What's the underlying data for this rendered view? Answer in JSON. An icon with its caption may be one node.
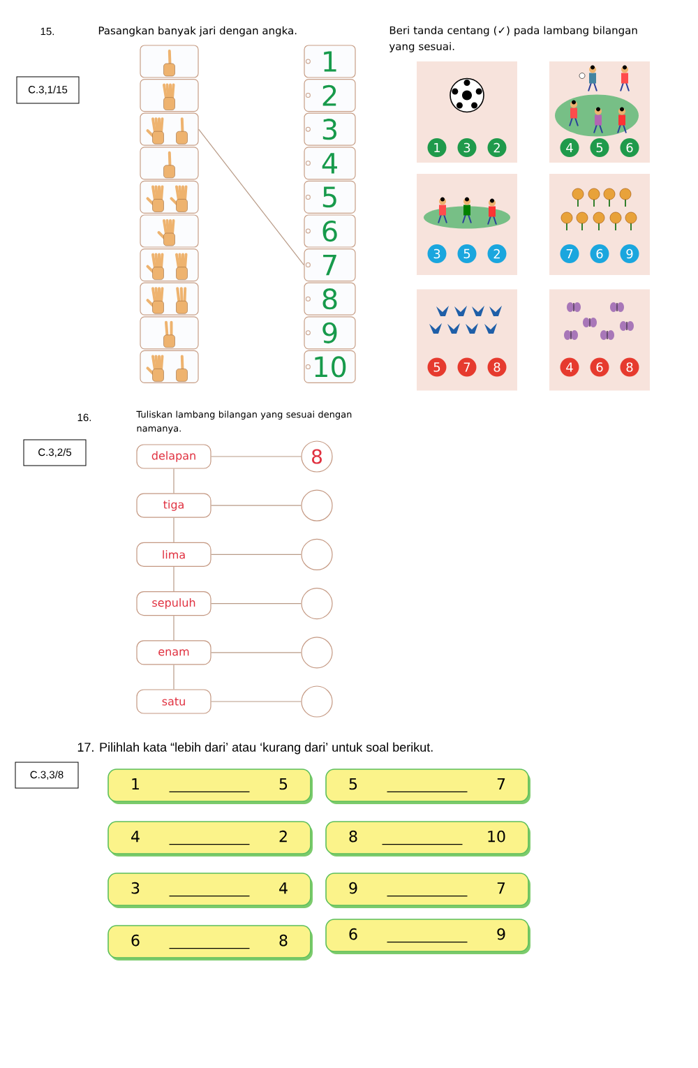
{
  "diagram": {
    "nodes": [
      {
        "text": [
          "C.3,1/15"
        ]
      },
      {
        "text": [],
        "shape": "picture"
      },
      {
        "text": [],
        "shape": "picture"
      },
      {
        "text": [],
        "shape": "picture"
      },
      {
        "text": [],
        "shape": "picture"
      },
      {
        "text": [],
        "shape": "picture"
      },
      {
        "text": [],
        "shape": "picture"
      },
      {
        "text": [],
        "shape": "picture"
      },
      {
        "text": [],
        "shape": "picture"
      },
      {
        "text": [],
        "shape": "picture"
      },
      {
        "text": [],
        "shape": "picture"
      },
      {
        "text": [
          "1"
        ]
      },
      {
        "text": [
          "2"
        ]
      },
      {
        "text": [
          "3"
        ]
      },
      {
        "text": [
          "4"
        ]
      },
      {
        "text": [
          "5"
        ]
      },
      {
        "text": [
          "6"
        ]
      },
      {
        "text": [
          "7"
        ]
      },
      {
        "text": [
          "8"
        ]
      },
      {
        "text": [
          "9"
        ]
      },
      {
        "text": [
          "10"
        ]
      },
      {
        "text": [],
        "shape": "picture"
      },
      {
        "text": [],
        "shape": "picture"
      },
      {
        "text": [],
        "shape": "picture"
      },
      {
        "text": [],
        "shape": "picture"
      },
      {
        "text": [],
        "shape": "picture"
      },
      {
        "text": [],
        "shape": "picture"
      },
      {
        "text": [
          "1"
        ],
        "in": 21
      },
      {
        "text": [
          "3"
        ],
        "in": 21
      },
      {
        "text": [
          "2"
        ],
        "in": 21
      },
      {
        "text": [
          "4"
        ],
        "in": 22
      },
      {
        "text": [
          "5"
        ],
        "in": 22
      },
      {
        "text": [
          "6"
        ],
        "in": 22
      },
      {
        "text": [
          "3"
        ],
        "in": 23
      },
      {
        "text": [
          "5"
        ],
        "in": 23
      },
      {
        "text": [
          "2"
        ],
        "in": 23
      },
      {
        "text": [
          "7"
        ],
        "in": 24
      },
      {
        "text": [
          "6"
        ],
        "in": 24
      },
      {
        "text": [
          "9"
        ],
        "in": 24
      },
      {
        "text": [
          "5"
        ],
        "in": 25
      },
      {
        "text": [
          "7"
        ],
        "in": 25
      },
      {
        "text": [
          "8"
        ],
        "in": 25
      },
      {
        "text": [
          "4"
        ],
        "in": 26
      },
      {
        "text": [
          "6"
        ],
        "in": 26
      },
      {
        "text": [
          "8"
        ],
        "in": 26
      },
      {
        "text": [
          "C.3,2/5"
        ]
      },
      {
        "text": [
          "delapan"
        ]
      },
      {
        "text": [
          "tiga"
        ]
      },
      {
        "text": [
          "lima"
        ]
      },
      {
        "text": [
          "sepuluh"
        ]
      },
      {
        "text": [
          "enam"
        ]
      },
      {
        "text": [
          "satu"
        ]
      },
      {
        "text": [
          "8"
        ]
      },
      {
        "text": [],
        "shape": "circle"
      },
      {
        "text": [],
        "shape": "circle"
      },
      {
        "text": [],
        "shape": "circle"
      },
      {
        "text": [],
        "shape": "circle"
      },
      {
        "text": [],
        "shape": "circle"
      },
      {
        "text": [
          "C.3,3/8"
        ]
      },
      {
        "text": [
          "1",
          "5"
        ]
      },
      {
        "text": [
          "5",
          "7"
        ]
      },
      {
        "text": [
          "4",
          "2"
        ]
      },
      {
        "text": [
          "8",
          "10"
        ]
      },
      {
        "text": [
          "3",
          "4"
        ]
      },
      {
        "text": [
          "9",
          "7"
        ]
      },
      {
        "text": [
          "6",
          "8"
        ]
      },
      {
        "text": [
          "6",
          "9"
        ]
      }
    ],
    "edges": [
      {
        "from": 3,
        "to": 17,
        "arrow": "none"
      },
      {
        "from": 46,
        "to": 52,
        "arrow": "none"
      },
      {
        "from": 47,
        "to": 53,
        "arrow": "none"
      },
      {
        "from": 48,
        "to": 54,
        "arrow": "none"
      },
      {
        "from": 49,
        "to": 55,
        "arrow": "none"
      },
      {
        "from": 50,
        "to": 56,
        "arrow": "none"
      },
      {
        "from": 51,
        "to": 57,
        "arrow": "none"
      },
      {
        "from": 46,
        "to": 47,
        "arrow": "none"
      },
      {
        "from": 47,
        "to": 48,
        "arrow": "none"
      },
      {
        "from": 48,
        "to": 49,
        "arrow": "none"
      },
      {
        "from": 49,
        "to": 50,
        "arrow": "none"
      },
      {
        "from": 50,
        "to": 51,
        "arrow": "none"
      }
    ],
    "labels": [
      "15.",
      "Pasangkan banyak jari dengan angka.",
      "Beri tanda centang (✓) pada lambang bilangan yang sesuai.",
      "16.",
      "Tuliskan lambang bilangan yang sesuai dengan namanya.",
      "17. Pilihlah kata “lebih dari’ atau ‘kurang dari’ untuk soal berikut."
    ]
  }
}
